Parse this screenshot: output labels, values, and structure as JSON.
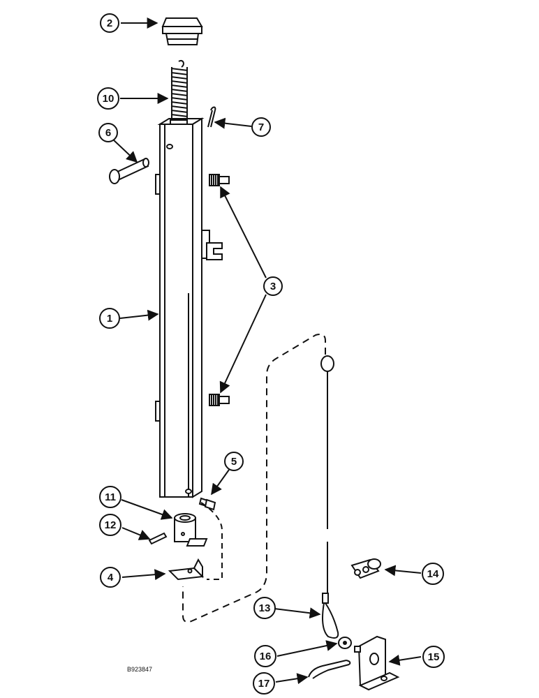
{
  "figure_id": "B923847",
  "callouts": [
    "1",
    "2",
    "3",
    "4",
    "5",
    "6",
    "7",
    "10",
    "11",
    "12",
    "13",
    "14",
    "15",
    "16",
    "17"
  ],
  "parts": {
    "tube": "1",
    "cap": "2",
    "bolts": "3",
    "bracket_lower": "4",
    "screw": "5",
    "pin": "6",
    "cotter_pin": "7",
    "spring": "10",
    "collar": "11",
    "roll_pin": "12",
    "cable": "13",
    "clip": "14",
    "angle_bracket": "15",
    "washer": "16",
    "hair_pin": "17"
  }
}
